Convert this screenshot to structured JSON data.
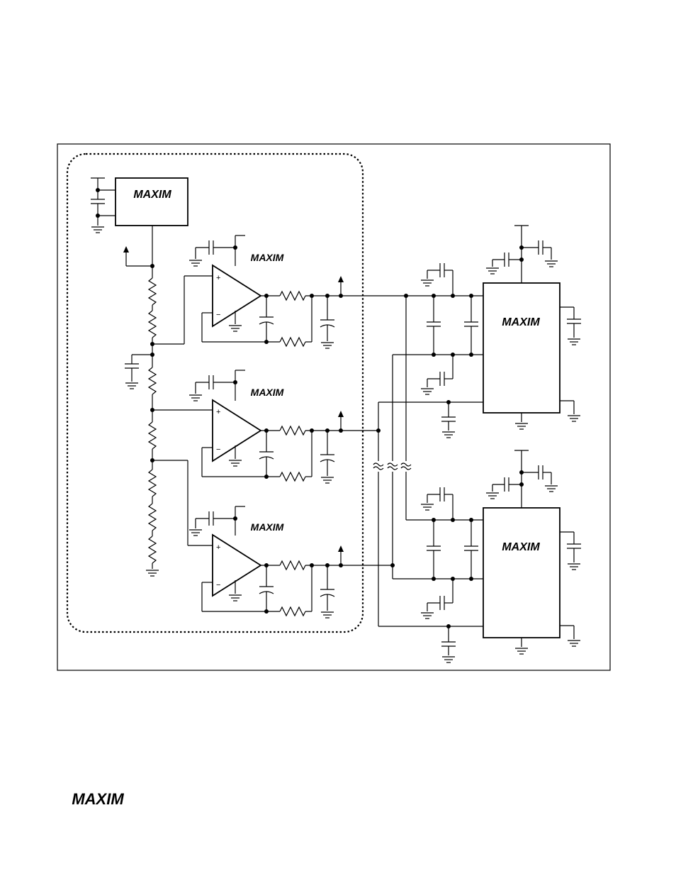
{
  "logos": {
    "reference_ic": "MAXIM",
    "opamp_1": "MAXIM",
    "opamp_2": "MAXIM",
    "opamp_3": "MAXIM",
    "adc_1": "MAXIM",
    "adc_2": "MAXIM",
    "footer": "MAXIM"
  },
  "opamp_pins": {
    "plus": "+",
    "minus": "−"
  },
  "colors": {
    "line": "#000000",
    "background": "#ffffff"
  }
}
